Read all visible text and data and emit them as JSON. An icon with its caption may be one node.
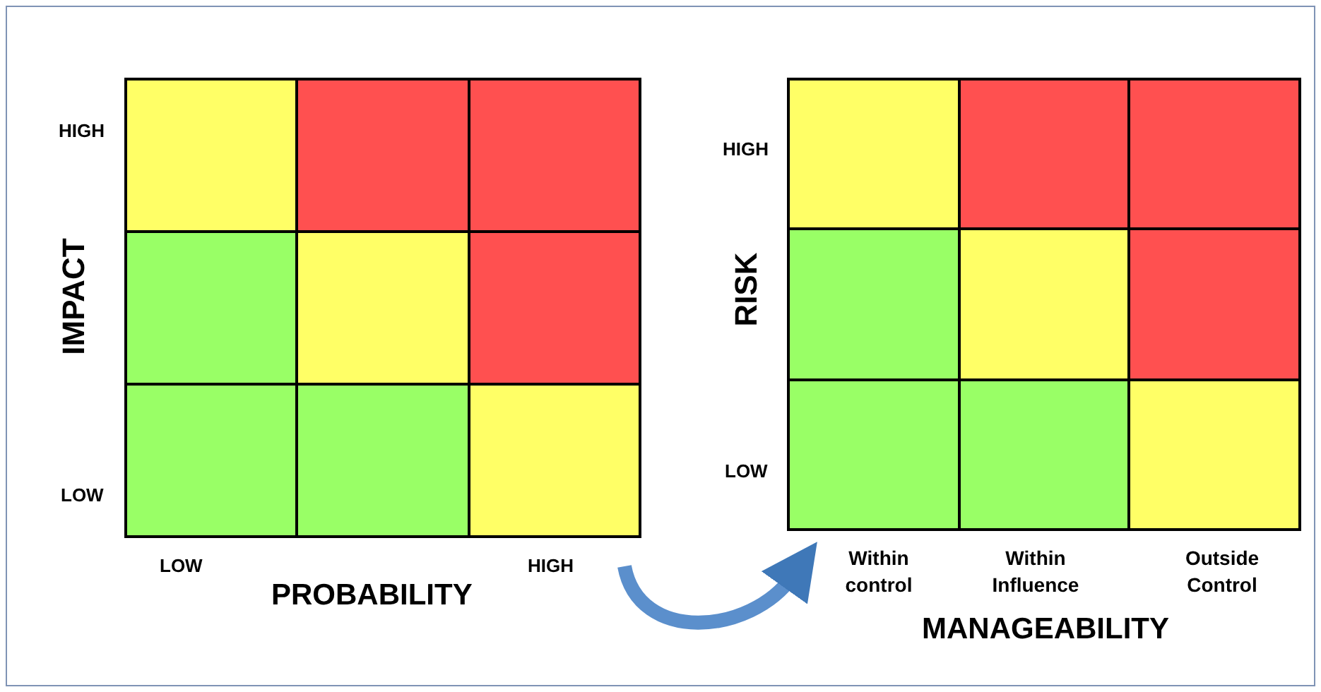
{
  "diagram": {
    "nodes": [
      {
        "text": [],
        "shape": "box"
      },
      {
        "text": [],
        "shape": "box"
      }
    ],
    "edges": [
      {
        "from": 0,
        "to": 1,
        "arrow": "to"
      }
    ],
    "labels": [
      "HIGH",
      "IMPACT",
      "LOW",
      "LOW",
      "HIGH",
      "PROBABILITY",
      "HIGH",
      "RISK",
      "LOW",
      "Within control",
      "Within Influence",
      "Outside Control",
      "MANAGEABILITY"
    ]
  }
}
